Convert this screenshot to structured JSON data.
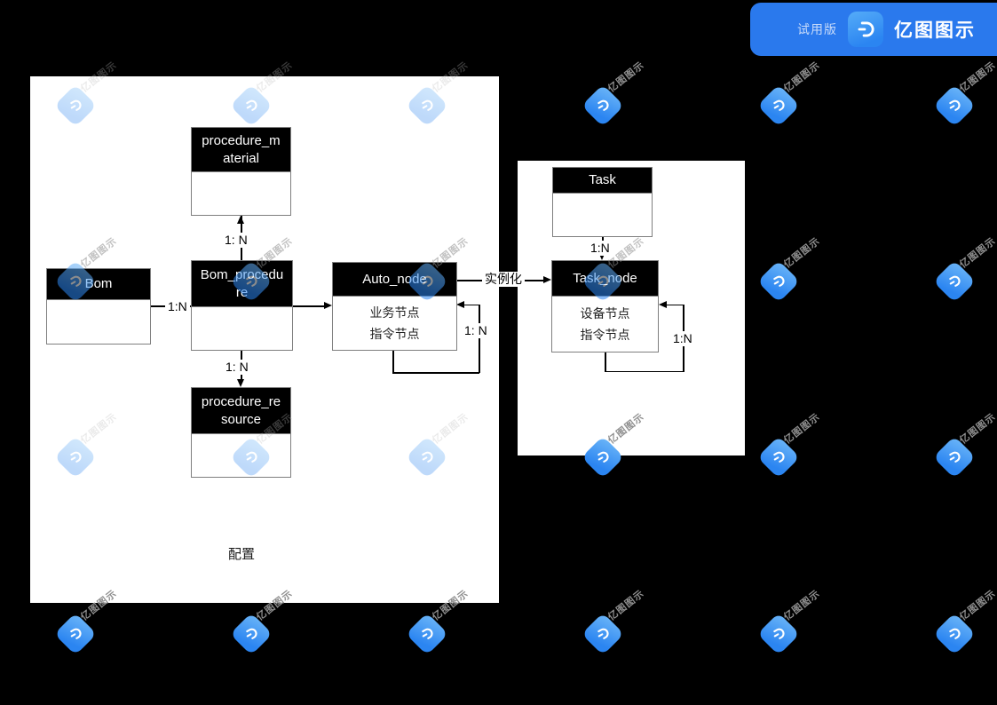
{
  "badge": {
    "trial_label": "试用版",
    "product_name": "亿图图示",
    "background_color": "#2a79ed"
  },
  "watermark": {
    "text": "亿图图示",
    "diamond_color": "#3b93f3"
  },
  "containers": {
    "config_label": "配置"
  },
  "entities": {
    "procedure_material": {
      "title": "procedure_material"
    },
    "bom": {
      "title": "Bom"
    },
    "bom_procedure": {
      "title": "Bom_procedure"
    },
    "auto_node": {
      "title": "Auto_node",
      "body_line1": "业务节点",
      "body_line2": "指令节点"
    },
    "procedure_resource": {
      "title": "procedure_resource"
    },
    "task": {
      "title": "Task"
    },
    "task_node": {
      "title": "Task_node",
      "body_line1": "设备节点",
      "body_line2": "指令节点"
    }
  },
  "connector_labels": {
    "bp_pm": "1: N",
    "bom_bp": "1:N",
    "bp_pr": "1: N",
    "an_self": "1: N",
    "an_tn": "实例化",
    "task_tn": "1:N",
    "tn_self": "1:N"
  },
  "colors": {
    "page_background": "#000000",
    "canvas": "#ffffff",
    "entity_header": "#000000",
    "entity_border": "#7f7f7f",
    "connector": "#000000"
  }
}
